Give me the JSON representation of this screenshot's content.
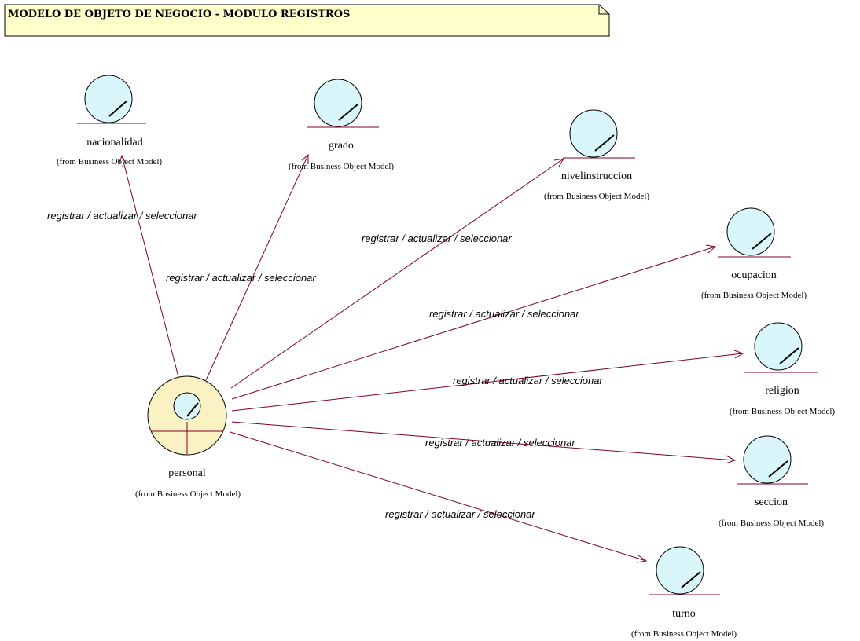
{
  "title": "MODELO DE OBJETO DE NEGOCIO - MODULO REGISTROS",
  "colors": {
    "line": "#800028",
    "entity_fill": "#d9f7fb",
    "worker_fill": "#fbf2c4",
    "note_fill": "#ffffcc"
  },
  "source_entity": {
    "name": "personal",
    "from": "(from Business Object Model)",
    "icon": "business-worker-icon"
  },
  "entities": [
    {
      "key": "nacionalidad",
      "name": "nacionalidad",
      "from": "(from Business Object Model)",
      "icon": "business-entity-icon"
    },
    {
      "key": "grado",
      "name": "grado",
      "from": "(from Business Object Model)",
      "icon": "business-entity-icon"
    },
    {
      "key": "nivelinstruccion",
      "name": "nivelinstruccion",
      "from": "(from Business Object Model)",
      "icon": "business-entity-icon"
    },
    {
      "key": "ocupacion",
      "name": "ocupacion",
      "from": "(from Business Object Model)",
      "icon": "business-entity-icon"
    },
    {
      "key": "religion",
      "name": "religion",
      "from": "(from Business Object Model)",
      "icon": "business-entity-icon"
    },
    {
      "key": "seccion",
      "name": "seccion",
      "from": "(from Business Object Model)",
      "icon": "business-entity-icon"
    },
    {
      "key": "turno",
      "name": "turno",
      "from": "(from Business Object Model)",
      "icon": "business-entity-icon"
    }
  ],
  "associations": [
    {
      "to": "nacionalidad",
      "label": "registrar / actualizar / seleccionar"
    },
    {
      "to": "grado",
      "label": "registrar / actualizar / seleccionar"
    },
    {
      "to": "nivelinstruccion",
      "label": "registrar / actualizar / seleccionar"
    },
    {
      "to": "ocupacion",
      "label": "registrar / actualizar / seleccionar"
    },
    {
      "to": "religion",
      "label": "registrar / actualizar / seleccionar"
    },
    {
      "to": "seccion",
      "label": "registrar / actualizar / seleccionar"
    },
    {
      "to": "turno",
      "label": "registrar / actualizar / seleccionar"
    }
  ]
}
